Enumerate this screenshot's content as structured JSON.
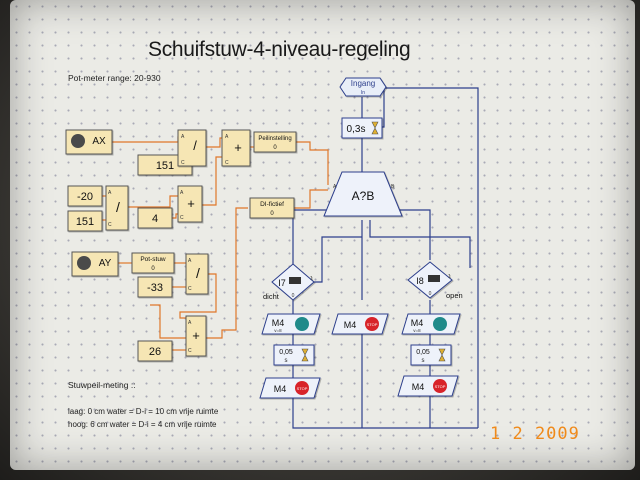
{
  "title": "Schuifstuw-4-niveau-regeling",
  "pot_meter_range": "Pot-meter range: 20-930",
  "inputs": {
    "ax_label": "AX",
    "ay_label": "AY",
    "ingang_label": "Ingang",
    "ingang_sub": "In"
  },
  "constants": {
    "c151a": "151",
    "cneg20": "-20",
    "c151b": "151",
    "c4": "4",
    "cneg33": "-33",
    "c26": "26"
  },
  "operators": {
    "div": "/",
    "plus": "+"
  },
  "variables": {
    "peil_label": "Peilinstelling",
    "peil_value": "0",
    "di_label": "DI-fictief",
    "di_value": "0",
    "pot_label": "Pot-stuw",
    "pot_value": "0"
  },
  "port_labels": {
    "a": "A",
    "b": "B",
    "c": "C",
    "zero": "0",
    "one": "1"
  },
  "flow": {
    "wait_main": "0,3s",
    "compare": "A?B",
    "i7": "I7",
    "i8": "I8",
    "dicht": "dicht",
    "open": "open",
    "m4_left": "M4",
    "m4_left_sub": "v=8",
    "m4_mid": "M4",
    "m4_right": "M4",
    "m4_right_sub": "v=8",
    "wait_left": "0,05",
    "wait_left_unit": "s",
    "wait_right": "0,05",
    "wait_right_unit": "s",
    "m4_left_stop": "M4",
    "m4_right_stop": "M4",
    "stop_label": "STOP"
  },
  "notes": {
    "heading": "Stuwpeil-meting ::",
    "laag": "laag: 0 cm water = D-i = 10 cm vrije ruimte",
    "hoog": "hoog: 6 cm water = D-i = 4 cm vrije ruimte"
  },
  "date_stamp": "1 2 2009",
  "colors": {
    "flow_line": "#2d3f8c",
    "data_line": "#e0772a",
    "block_fill": "#f6e6b4",
    "block_border": "#555555",
    "stop_red": "#d8232a",
    "motor_teal": "#1f8a8a"
  }
}
